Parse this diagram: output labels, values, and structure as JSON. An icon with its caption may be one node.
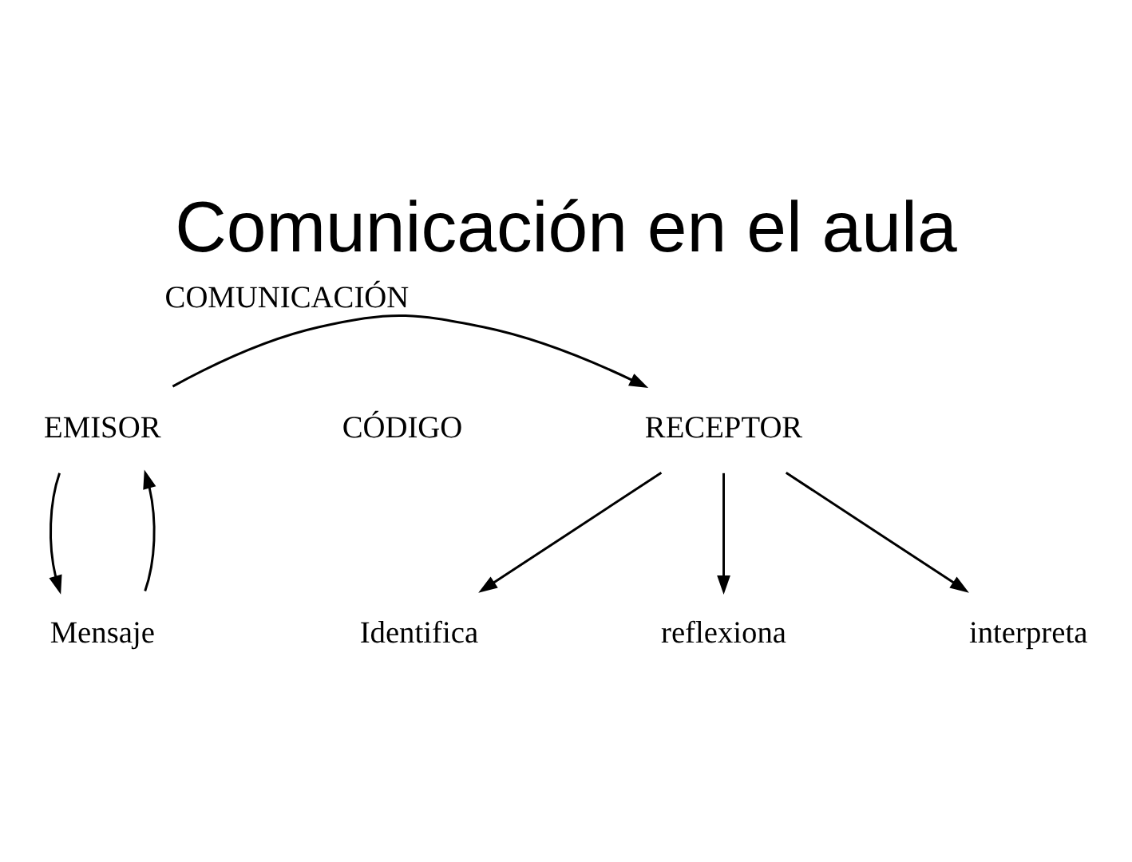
{
  "diagram": {
    "title": "Comunicación en el aula",
    "nodes": [
      {
        "text": [
          "EMISOR"
        ]
      },
      {
        "text": [
          "RECEPTOR"
        ]
      },
      {
        "text": [
          "Mensaje"
        ]
      },
      {
        "text": [
          "Identifica"
        ]
      },
      {
        "text": [
          "reflexiona"
        ]
      },
      {
        "text": [
          "interpreta"
        ]
      }
    ],
    "edges": [
      {
        "from": 0,
        "to": 1,
        "arrow": "to",
        "label": "COMUNICACIÓN"
      },
      {
        "from": 0,
        "to": 2,
        "arrow": "to"
      },
      {
        "from": 2,
        "to": 0,
        "arrow": "to"
      },
      {
        "from": 1,
        "to": 3,
        "arrow": "to"
      },
      {
        "from": 1,
        "to": 4,
        "arrow": "to"
      },
      {
        "from": 1,
        "to": 5,
        "arrow": "to"
      }
    ],
    "labels": [
      "CÓDIGO"
    ]
  }
}
